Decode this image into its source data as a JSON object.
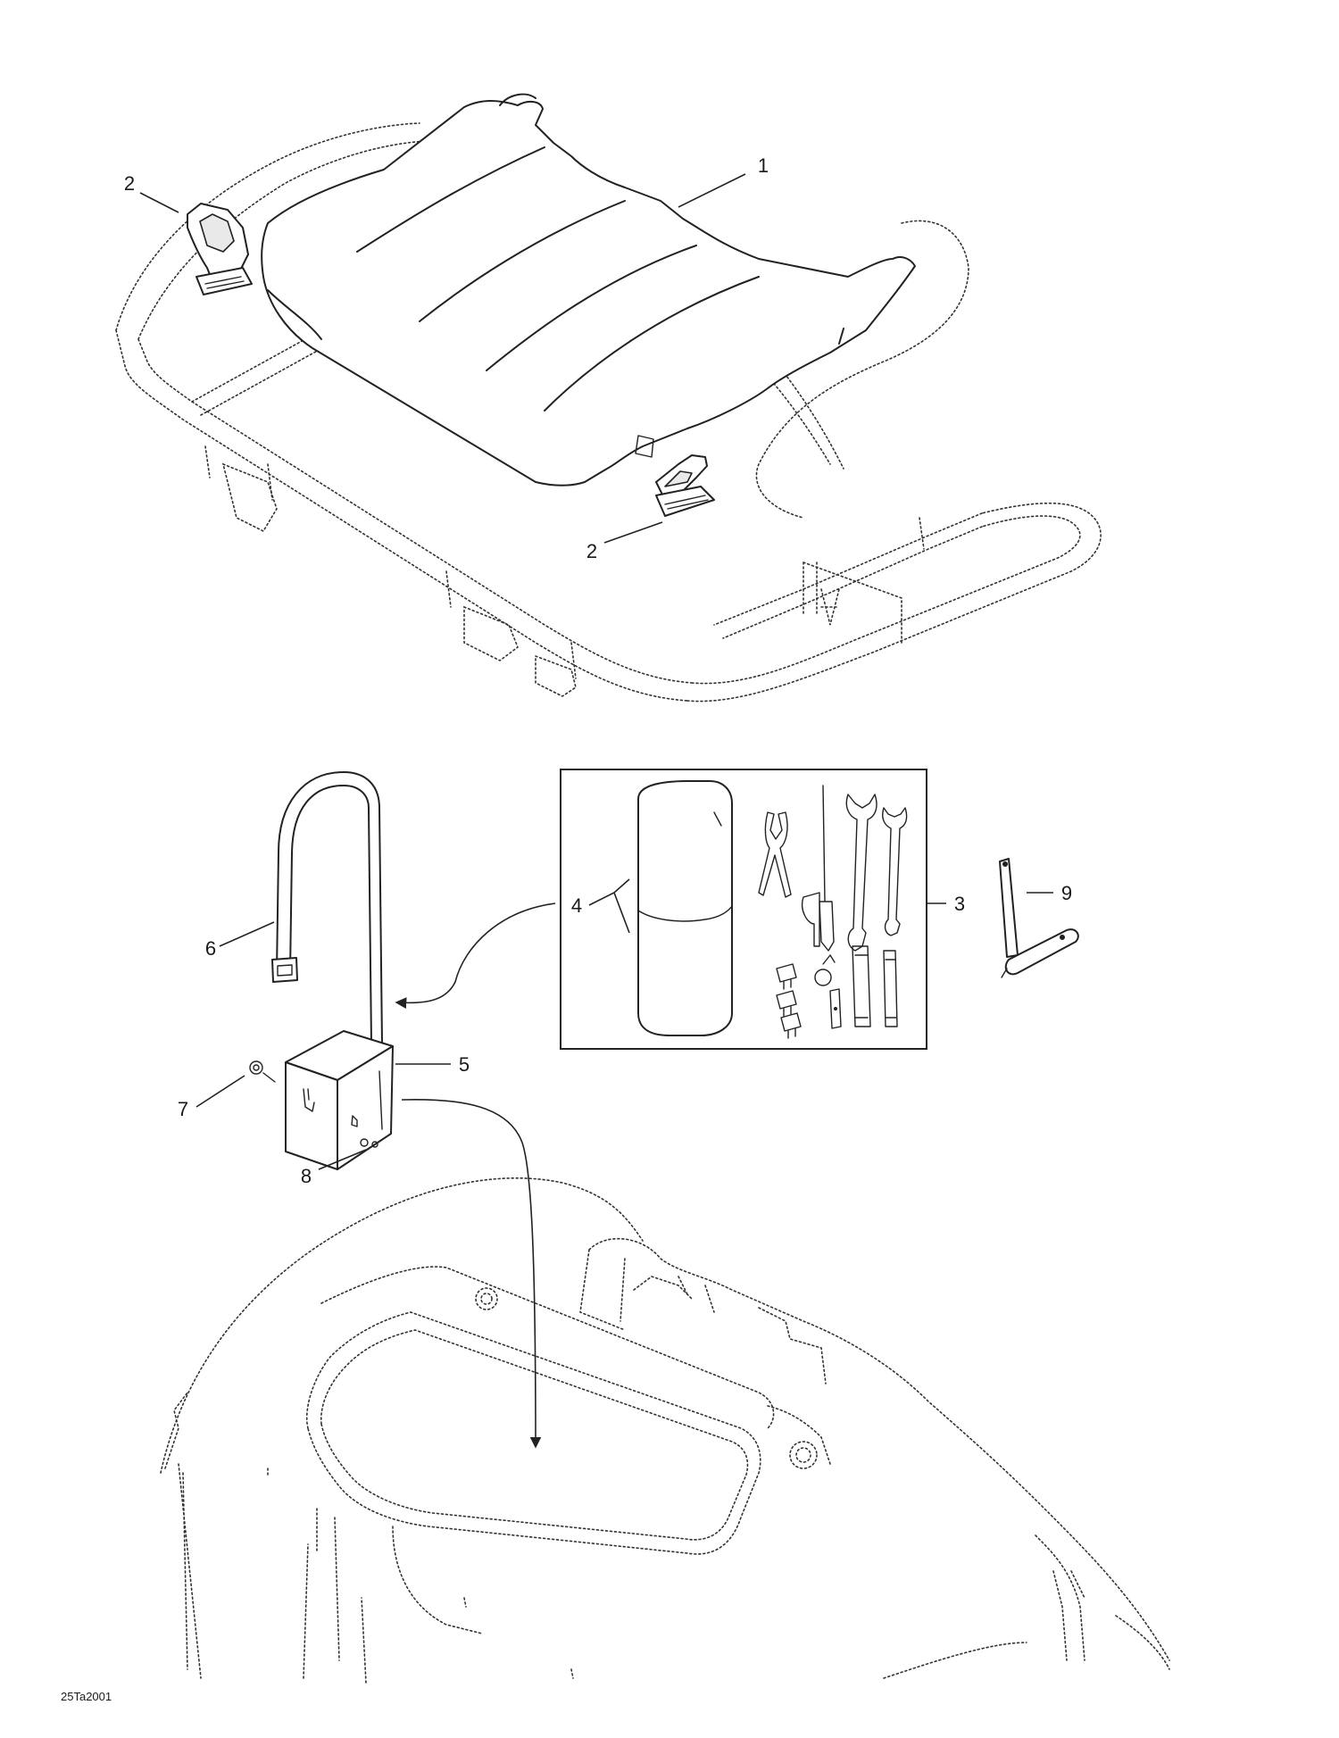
{
  "callouts": {
    "seat": "1",
    "seat_bracket_left": "2",
    "seat_bracket_right": "2",
    "tool_kit": "3",
    "tool_bag": "4",
    "tool_holder": "5",
    "strap": "6",
    "washer": "7",
    "screw": "8",
    "tool_9": "9"
  },
  "figure_code": "25Ta2001"
}
